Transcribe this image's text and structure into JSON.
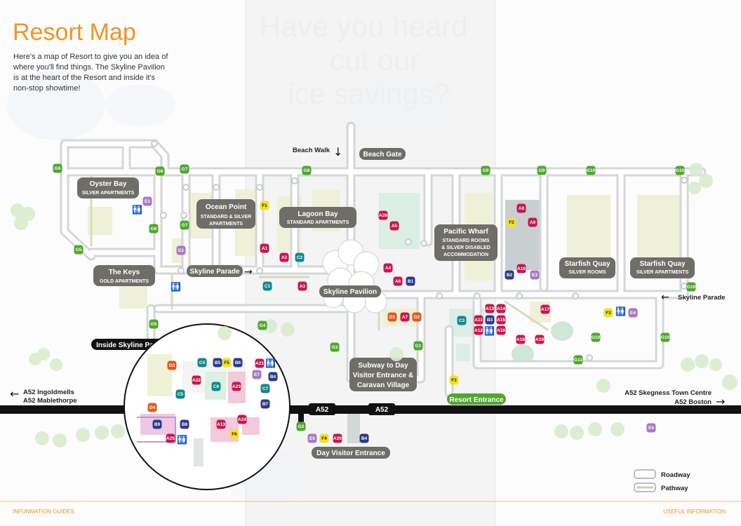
{
  "title": "Resort Map",
  "intro": [
    "Here's a map of Resort to give you an idea of",
    "where you'll find things. The Skyline Pavilion",
    "is at the heart of the Resort and inside it's",
    "non-stop showtime!"
  ],
  "ghost_text": [
    "Have you heard",
    "cut our",
    "ice savings?"
  ],
  "footer": {
    "left": "INFUNMATION GUIDES",
    "right": "USEFUL INFORMATION"
  },
  "labels": {
    "oyster_bay": {
      "name": "Oyster Bay",
      "sub": "SILVER APARTMENTS"
    },
    "ocean_point": {
      "name": "Ocean Point",
      "sub1": "STANDARD & SILVER",
      "sub2": "APARTMENTS"
    },
    "lagoon_bay": {
      "name": "Lagoon Bay",
      "sub": "STANDARD APARTMENTS"
    },
    "pacific_wharf": {
      "name": "Pacific Wharf",
      "sub1": "STANDARD ROOMS",
      "sub2": "& SILVER DISABLED",
      "sub3": "ACCOMMODATION"
    },
    "starfish_quay_1": {
      "name": "Starfish Quay",
      "sub": "SILVER ROOMS"
    },
    "starfish_quay_2": {
      "name": "Starfish Quay",
      "sub": "SILVER APARTMENTS"
    },
    "the_keys": {
      "name": "The Keys",
      "sub": "GOLD APARTMENTS"
    },
    "beach_gate": "Beach Gate",
    "beach_walk": "Beach Walk",
    "skyline_parade": "Skyline Parade",
    "skyline_pavilion": "Skyline Pavilion",
    "inside_pavilion": "Inside Skyline Pavilion",
    "subway": [
      "Subway to Day",
      "Visitor Entrance &",
      "Caravan Village"
    ],
    "resort_entrance": "Resort Entrance",
    "day_visitor_entrance": "Day Visitor Entrance",
    "road_a52": "A52",
    "west_dest": [
      "A52 Ingoldmells",
      "A52 Mablethorpe"
    ],
    "east_dest": [
      "A52 Skegness Town Centre",
      "A52 Boston"
    ]
  },
  "legend": [
    {
      "label": "Roadway",
      "color": "#d9dcdc"
    },
    {
      "label": "Pathway",
      "color": "#c8cfb0"
    }
  ],
  "category_colors": {
    "A": "#c8174e",
    "B": "#2b3a8c",
    "C": "#0f8a8f",
    "D": "#e35a1d",
    "E": "#a779c4",
    "F": "#f4e31d",
    "G": "#4ea72e"
  },
  "markers": [
    {
      "code": "G6"
    },
    {
      "code": "G6"
    },
    {
      "code": "G7"
    },
    {
      "code": "G8"
    },
    {
      "code": "G9"
    },
    {
      "code": "G9"
    },
    {
      "code": "G10"
    },
    {
      "code": "G10"
    },
    {
      "code": "E1"
    },
    {
      "code": "G6"
    },
    {
      "code": "G7"
    },
    {
      "code": "F1"
    },
    {
      "code": "G5"
    },
    {
      "code": "E2"
    },
    {
      "code": "A1"
    },
    {
      "code": "A2"
    },
    {
      "code": "C2"
    },
    {
      "code": "C1"
    },
    {
      "code": "A3"
    },
    {
      "code": "A26"
    },
    {
      "code": "A5"
    },
    {
      "code": "A4"
    },
    {
      "code": "A6"
    },
    {
      "code": "B1"
    },
    {
      "code": "A8"
    },
    {
      "code": "F2"
    },
    {
      "code": "A9"
    },
    {
      "code": "A10"
    },
    {
      "code": "B2"
    },
    {
      "code": "E3"
    },
    {
      "code": "G10"
    },
    {
      "code": "A17"
    },
    {
      "code": "F3"
    },
    {
      "code": "E4"
    },
    {
      "code": "A13"
    },
    {
      "code": "A14"
    },
    {
      "code": "A11"
    },
    {
      "code": "B3"
    },
    {
      "code": "A15"
    },
    {
      "code": "A12"
    },
    {
      "code": "A16"
    },
    {
      "code": "C3"
    },
    {
      "code": "D1"
    },
    {
      "code": "A7"
    },
    {
      "code": "D2"
    },
    {
      "code": "A18"
    },
    {
      "code": "A19"
    },
    {
      "code": "G10"
    },
    {
      "code": "G10"
    },
    {
      "code": "G11"
    },
    {
      "code": "G5"
    },
    {
      "code": "G4"
    },
    {
      "code": "G3"
    },
    {
      "code": "G1"
    },
    {
      "code": "F3"
    },
    {
      "code": "G2"
    },
    {
      "code": "E6"
    },
    {
      "code": "F4"
    },
    {
      "code": "A20"
    },
    {
      "code": "B4"
    },
    {
      "code": "E5"
    },
    {
      "code": "D3"
    },
    {
      "code": "C4"
    },
    {
      "code": "B5"
    },
    {
      "code": "F5"
    },
    {
      "code": "B6"
    },
    {
      "code": "A21"
    },
    {
      "code": "A22"
    },
    {
      "code": "E7"
    },
    {
      "code": "B4"
    },
    {
      "code": "C5"
    },
    {
      "code": "C6"
    },
    {
      "code": "A23"
    },
    {
      "code": "C7"
    },
    {
      "code": "B7"
    },
    {
      "code": "D4"
    },
    {
      "code": "B9"
    },
    {
      "code": "B8"
    },
    {
      "code": "A13"
    },
    {
      "code": "A24"
    },
    {
      "code": "F6"
    },
    {
      "code": "A25"
    }
  ]
}
